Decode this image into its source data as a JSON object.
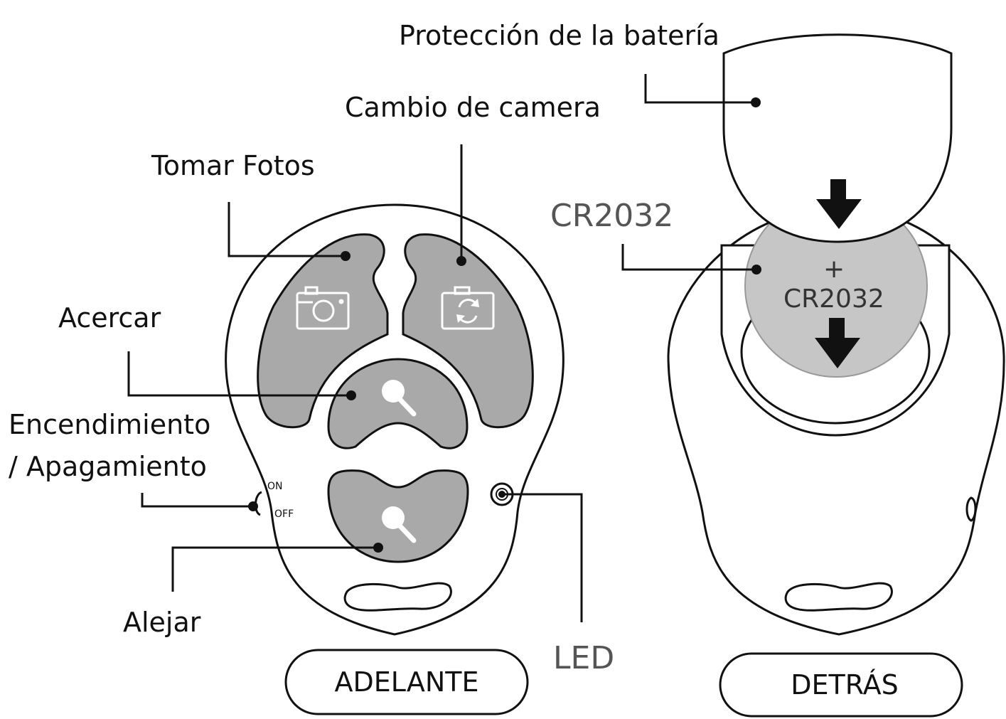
{
  "labels": {
    "battery_cover": "Protección de la batería",
    "camera_switch": "Cambio de camera",
    "take_photo": "Tomar Fotos",
    "zoom_in": "Acercar",
    "power_line1": "Encendimiento",
    "power_line2": "/ Apagamiento",
    "zoom_out": "Alejar",
    "led": "LED",
    "battery_type": "CR2032"
  },
  "switch": {
    "on": "ON",
    "off": "OFF"
  },
  "coin": {
    "plus": "+",
    "model": "CR2032"
  },
  "captions": {
    "front": "ADELANTE",
    "back": "DETRÁS"
  },
  "icons": [
    "camera-icon",
    "camera-switch-icon",
    "magnifier-icon",
    "arrow-down-icon"
  ]
}
